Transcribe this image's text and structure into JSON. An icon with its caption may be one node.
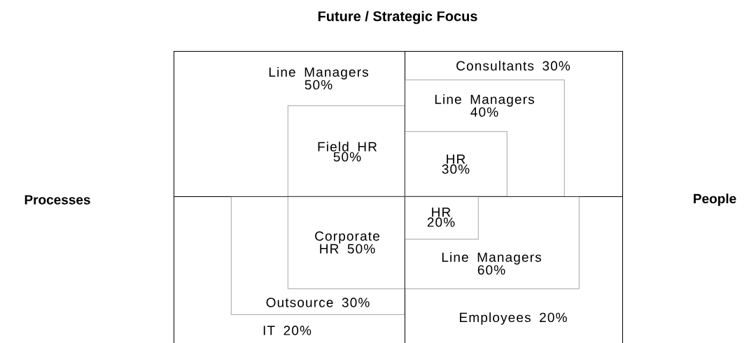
{
  "diagram": {
    "title": "Future / Strategic Focus",
    "nodes": [
      {
        "text": [
          "Line Managers 50%"
        ]
      },
      {
        "text": [
          "Field HR 50%"
        ],
        "in": 0
      },
      {
        "text": [
          "Consultants 30%"
        ]
      },
      {
        "text": [
          "Line Managers 40%"
        ],
        "in": 2
      },
      {
        "text": [
          "HR 30%"
        ],
        "in": 3
      },
      {
        "text": [
          "IT 20%"
        ]
      },
      {
        "text": [
          "Outsource 30%"
        ],
        "in": 5
      },
      {
        "text": [
          "Corporate HR 50%"
        ],
        "in": 6
      },
      {
        "text": [
          "Employees 20%"
        ]
      },
      {
        "text": [
          "Line Managers 60%"
        ],
        "in": 8
      },
      {
        "text": [
          "HR 20%"
        ],
        "in": 9
      }
    ],
    "labels": [
      "Processes",
      "People"
    ]
  }
}
